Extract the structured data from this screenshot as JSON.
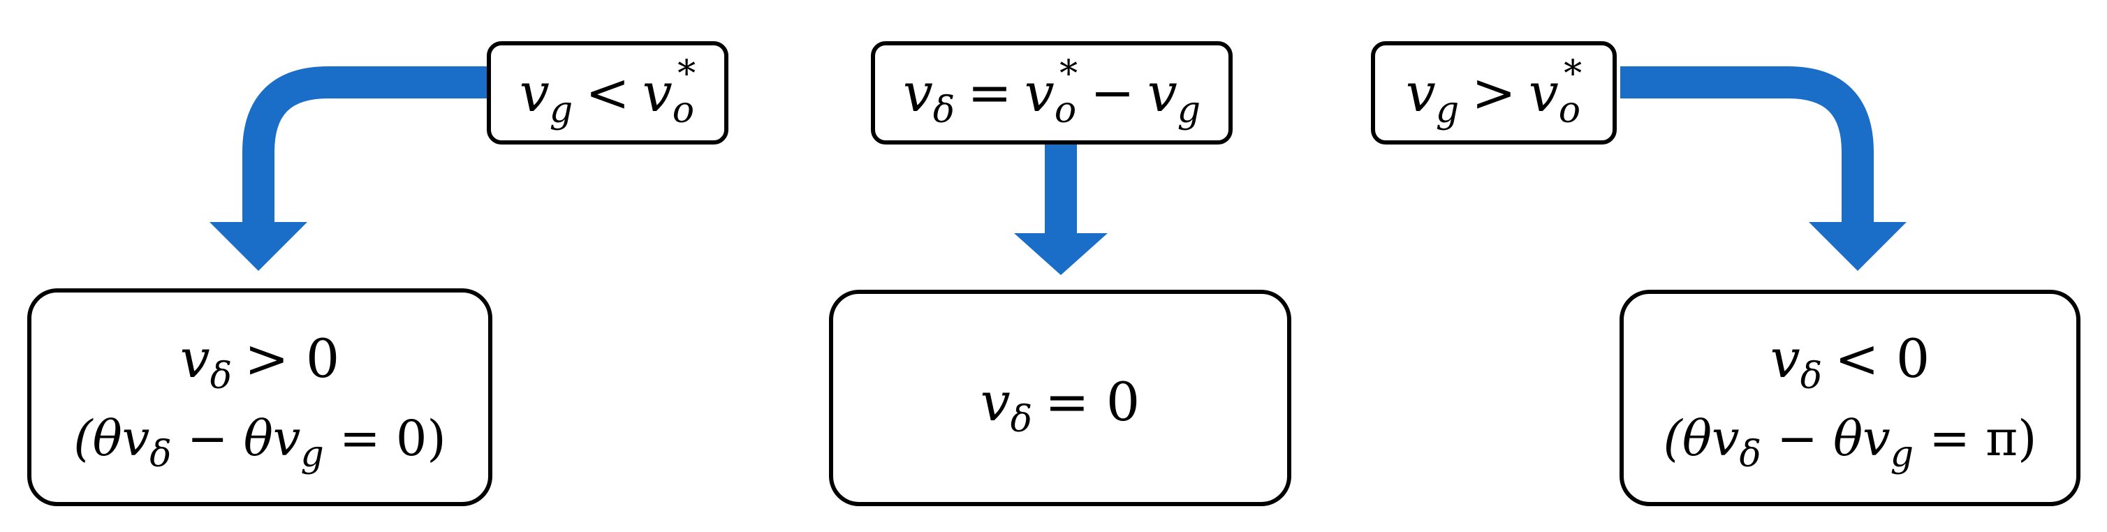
{
  "colors": {
    "arrow": "#1a6ec8",
    "box_border": "#000000",
    "background": "#ffffff"
  },
  "center_label": {
    "v": "v",
    "delta": "δ",
    "eq": "=",
    "vo": "v",
    "o": "o",
    "star": "*",
    "minus": "−",
    "vg": "v",
    "g": "g"
  },
  "left_condition": {
    "vg": "v",
    "g": "g",
    "op": "<",
    "vo": "v",
    "o": "o",
    "star": "*"
  },
  "right_condition": {
    "vg": "v",
    "g": "g",
    "op": ">",
    "vo": "v",
    "o": "o",
    "star": "*"
  },
  "left_result": {
    "line1": {
      "v": "v",
      "delta": "δ",
      "rest": "> 0"
    },
    "line2": {
      "open": "(θ",
      "v1": "v",
      "delta": "δ",
      "mid": " − θ",
      "v2": "v",
      "g": "g",
      "close": " = 0)"
    }
  },
  "middle_result": {
    "v": "v",
    "delta": "δ",
    "rest": "= 0"
  },
  "right_result": {
    "line1": {
      "v": "v",
      "delta": "δ",
      "rest": "< 0"
    },
    "line2": {
      "open": "(θ",
      "v1": "v",
      "delta": "δ",
      "mid": " − θ",
      "v2": "v",
      "g": "g",
      "close": " = π)"
    }
  }
}
